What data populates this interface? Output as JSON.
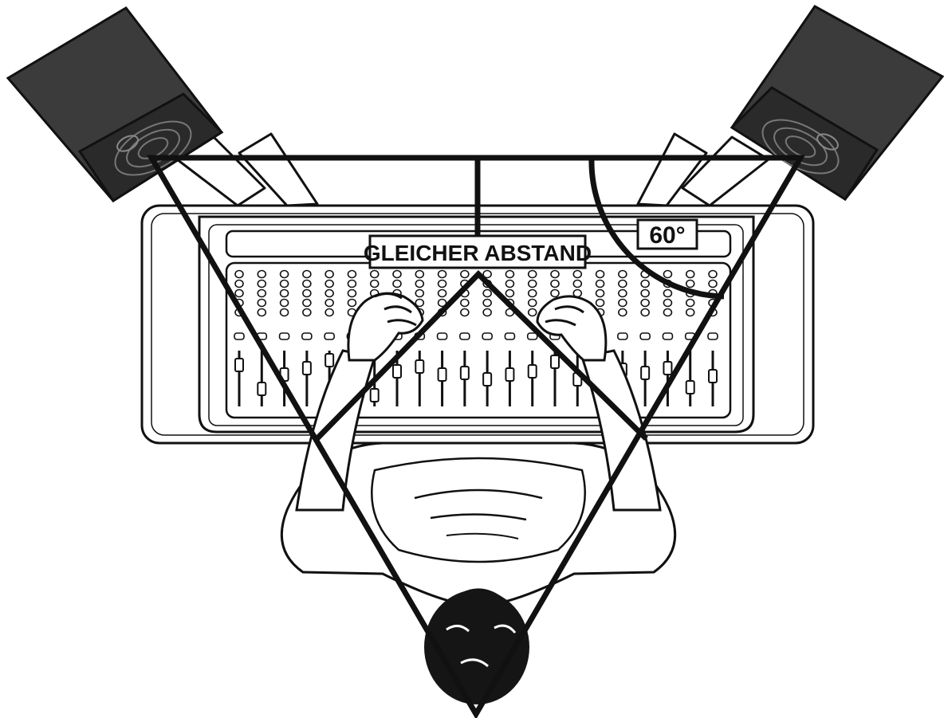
{
  "labels": {
    "equal_distance": "GLEICHER ABSTAND",
    "angle": "60°"
  },
  "colors": {
    "ink": "#111111",
    "speaker_body": "#3a3a3a",
    "speaker_face": "#2a2a2a",
    "paper": "#ffffff"
  },
  "icons": {
    "left_speaker": "studio-monitor-icon",
    "right_speaker": "studio-monitor-icon",
    "mixer": "mixing-console-icon",
    "listener": "person-top-view-icon"
  },
  "mixer": {
    "channel_count": 22
  }
}
